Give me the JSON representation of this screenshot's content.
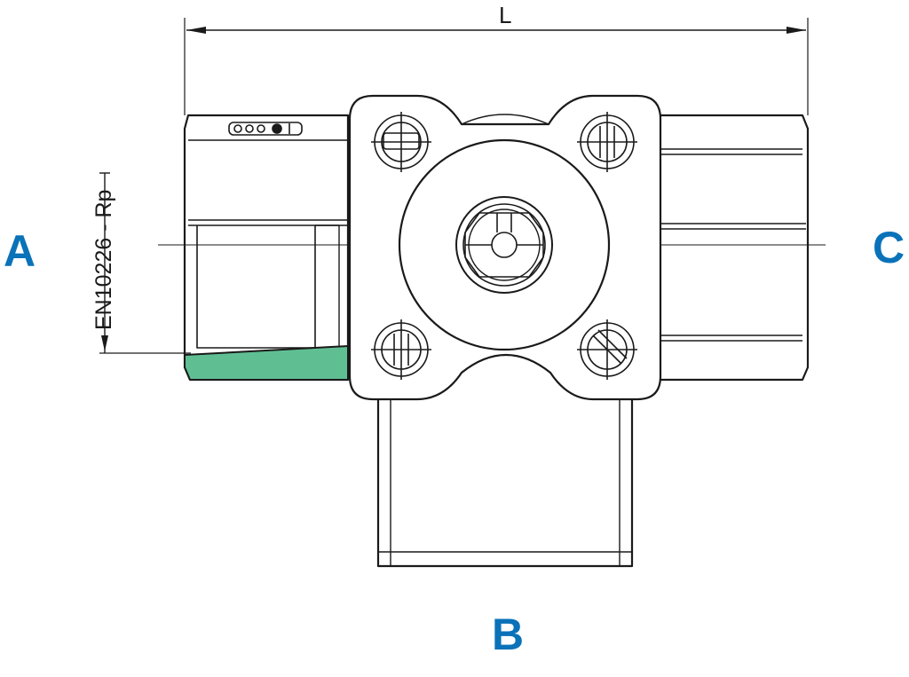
{
  "labels": {
    "port_a": "A",
    "port_b": "B",
    "port_c": "C",
    "dimension_length": "L",
    "thread_standard": "EN10226 - Rp"
  },
  "colors": {
    "port_label": "#0a72b8",
    "thread_highlight": "#5fbf93",
    "line": "#1a1a1a"
  }
}
